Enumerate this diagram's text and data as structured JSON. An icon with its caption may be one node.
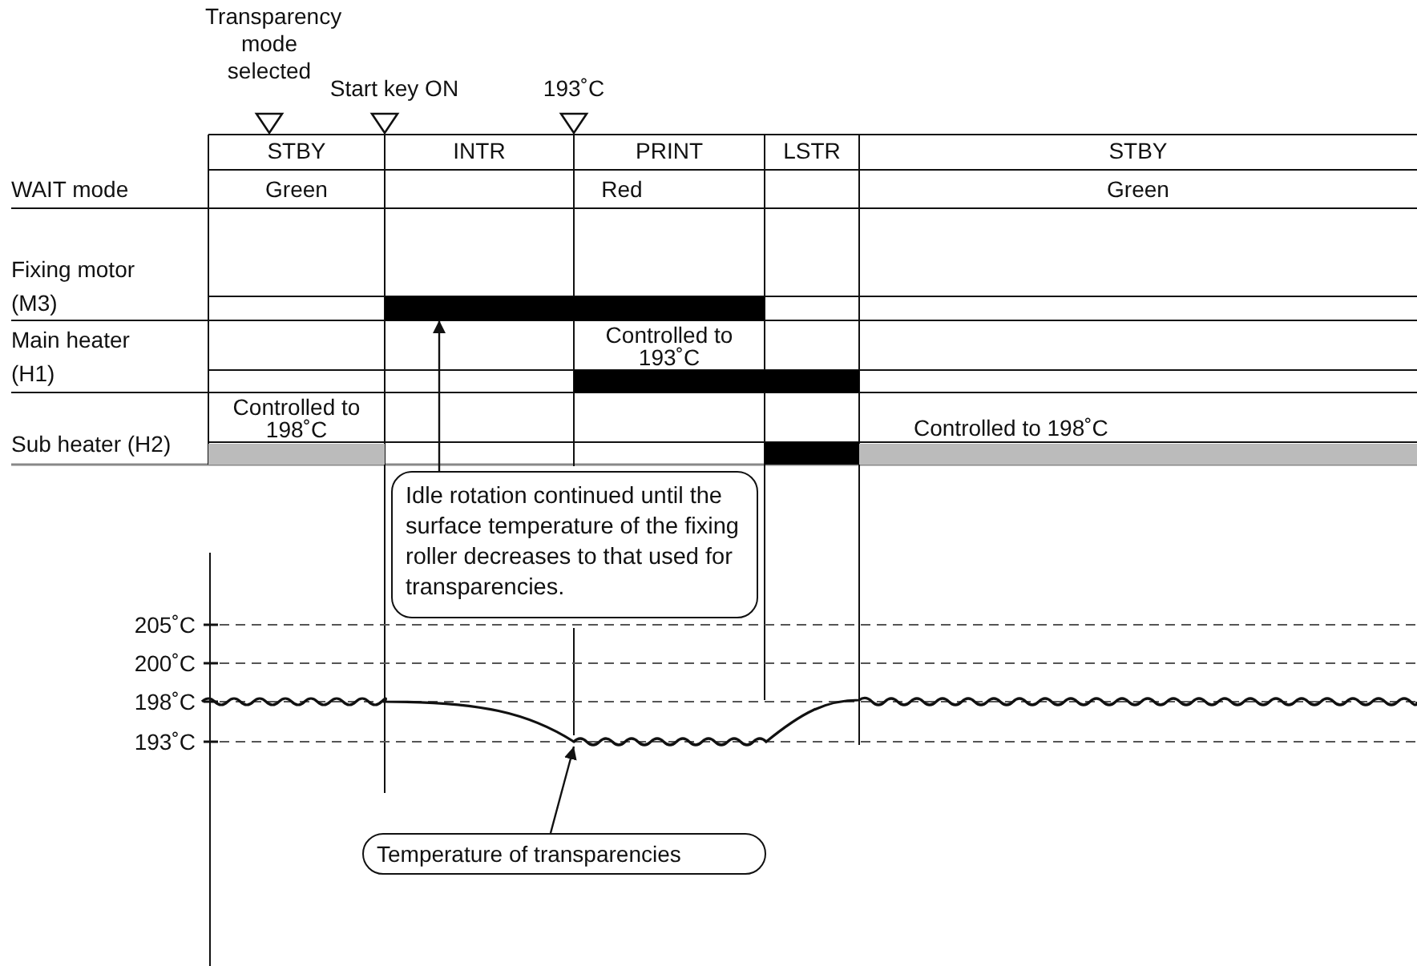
{
  "diagram": {
    "nodes": [
      {
        "text": [
          "Idle rotation continued until the surface temperature of the fixing roller decreases to that used for transparencies."
        ]
      },
      {
        "text": [],
        "shape": "bar"
      },
      {
        "text": [],
        "shape": "bar",
        "beside": [
          "Controlled to 193˚C"
        ]
      },
      {
        "text": [],
        "shape": "bar",
        "beside": [
          "Controlled to 198˚C"
        ]
      },
      {
        "text": [],
        "shape": "bar"
      },
      {
        "text": [],
        "shape": "bar",
        "beside": [
          "Controlled to 198˚C"
        ]
      },
      {
        "text": [
          "Temperature of transparencies"
        ]
      },
      {
        "text": [],
        "shape": "curve"
      }
    ],
    "edges": [
      {
        "from": 0,
        "to": 1,
        "arrow": "to"
      },
      {
        "from": 6,
        "to": 7,
        "arrow": "to"
      }
    ],
    "labels": [
      "Transparency mode selected",
      "Start key ON",
      "193˚C",
      "STBY",
      "INTR",
      "PRINT",
      "LSTR",
      "STBY",
      "WAIT mode",
      "Green",
      "Red",
      "Green",
      "Fixing motor (M3)",
      "Main heater (H1)",
      "Sub heater (H2)",
      "205˚C",
      "200˚C",
      "198˚C",
      "193˚C"
    ]
  }
}
